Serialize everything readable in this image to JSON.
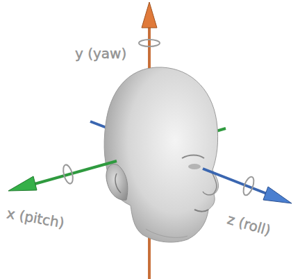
{
  "diagram": {
    "labels": [
      "y (yaw)",
      "x (pitch)",
      "z (roll)"
    ]
  }
}
